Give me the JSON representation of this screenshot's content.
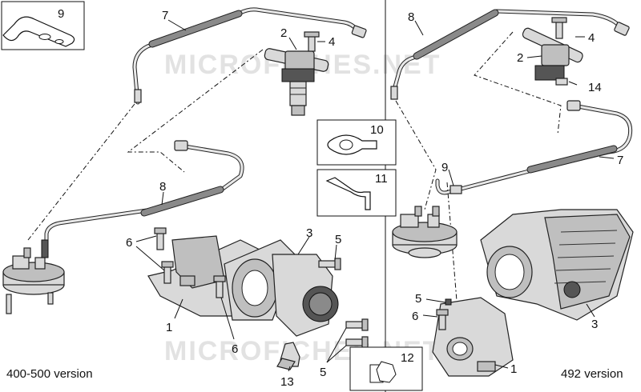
{
  "watermark": "MICROFICHES.NET",
  "versions": {
    "left": "400-500 version",
    "right": "492 version"
  },
  "callouts": {
    "c9_box": "9",
    "c7_left": "7",
    "c2_left": "2",
    "c4_left": "4",
    "c8_left": "8",
    "c10_box": "10",
    "c11_box": "11",
    "c12_box": "12",
    "c6_left": "6",
    "c3_left": "3",
    "c5_left_top": "5",
    "c1_left": "1",
    "c6_left_bottom": "6",
    "c5_left_bottom": "5",
    "c13": "13",
    "c8_right": "8",
    "c4_right": "4",
    "c2_right": "2",
    "c14": "14",
    "c9_right": "9",
    "c7_right": "7",
    "c5_right": "5",
    "c6_right": "6",
    "c3_right": "3",
    "c1_right": "1"
  }
}
